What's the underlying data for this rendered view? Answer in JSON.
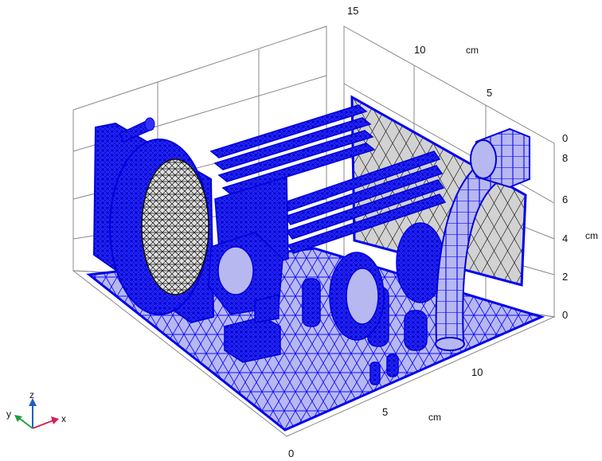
{
  "viewport": {
    "mesh_color": "#1010ff",
    "mesh_fill": "#b8b8f0",
    "grid_color": "#888888",
    "back_plate_fill": "#d2d2d2"
  },
  "axes": {
    "top_ticks": [
      "15",
      "10",
      "5",
      "0"
    ],
    "top_unit": "cm",
    "right_ticks": [
      "8",
      "6",
      "4",
      "2",
      "0"
    ],
    "right_unit": "cm",
    "bottom_ticks": [
      "10",
      "5",
      "0"
    ],
    "bottom_unit": "cm"
  },
  "triad": {
    "x_label": "x",
    "y_label": "y",
    "z_label": "z",
    "x_color": "#d0205a",
    "y_color": "#20a040",
    "z_color": "#2060c0"
  }
}
